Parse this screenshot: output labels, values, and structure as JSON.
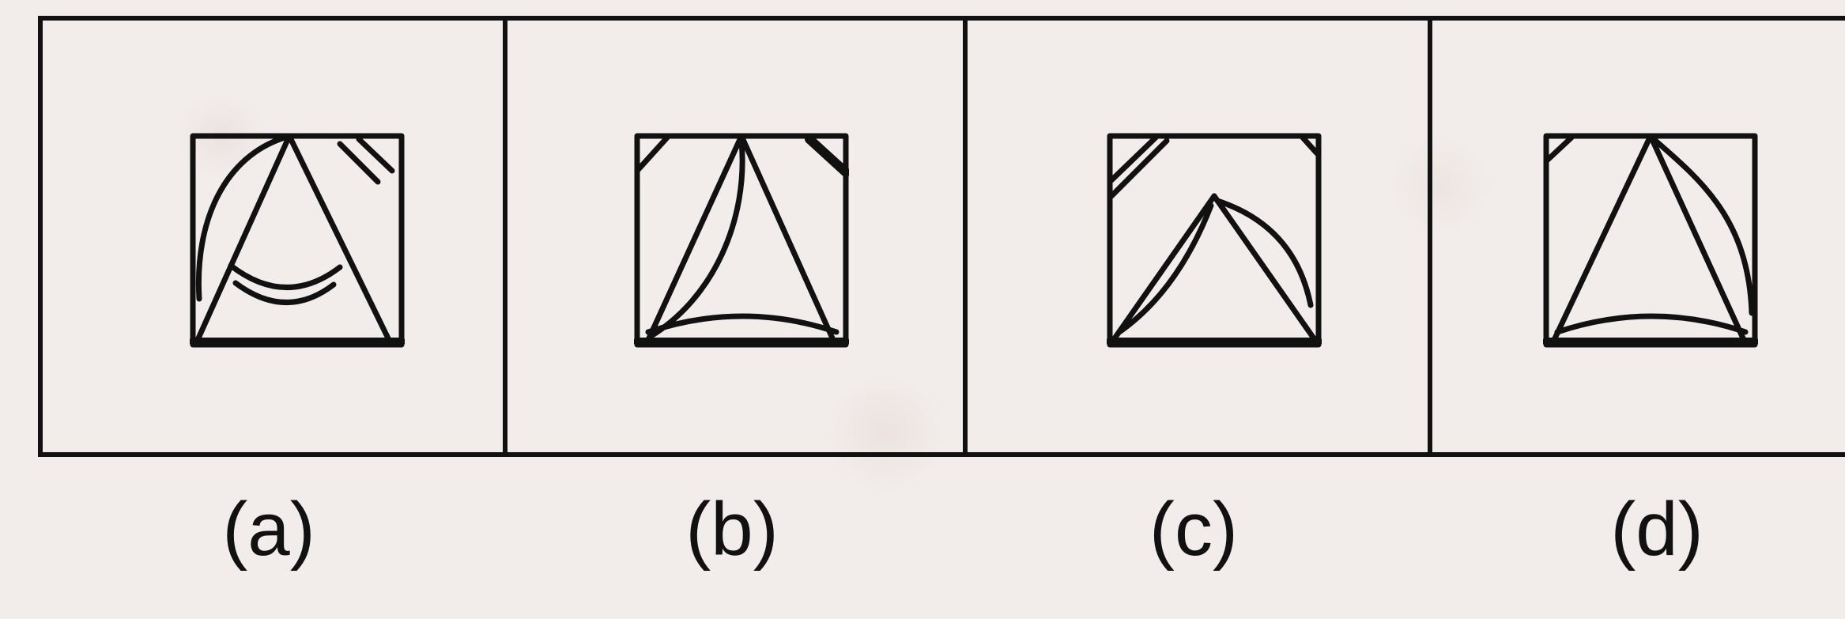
{
  "options": [
    {
      "label": "(a)"
    },
    {
      "label": "(b)"
    },
    {
      "label": "(c)"
    },
    {
      "label": "(d)"
    }
  ]
}
